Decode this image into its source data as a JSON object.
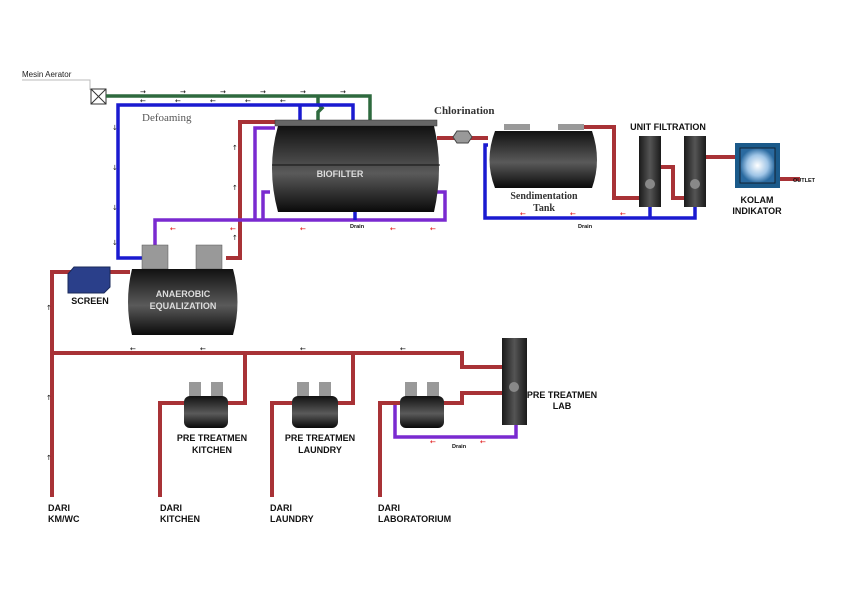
{
  "labels": {
    "aerator": "Mesin Aerator",
    "defoaming": "Defoaming",
    "chlorination": "Chlorination",
    "biofilter": "BIOFILTER",
    "drain1": "Drain",
    "drain2": "Drain",
    "drain3": "Drain",
    "sedimentation_1": "Sendimentation",
    "sedimentation_2": "Tank",
    "unit_filtration": "UNIT FILTRATION",
    "kolam_1": "KOLAM",
    "kolam_2": "INDIKATOR",
    "outlet": "OUTLET",
    "screen": "SCREEN",
    "anaerobic_1": "ANAEROBIC",
    "anaerobic_2": "EQUALIZATION",
    "pre_lab_1": "PRE TREATMEN",
    "pre_lab_2": "LAB",
    "pre_kitchen_1": "PRE TREATMEN",
    "pre_kitchen_2": "KITCHEN",
    "pre_laundry_1": "PRE TREATMEN",
    "pre_laundry_2": "LAUNDRY",
    "src_kmwc_1": "DARI",
    "src_kmwc_2": "KM/WC",
    "src_kitchen_1": "DARI",
    "src_kitchen_2": "KITCHEN",
    "src_laundry_1": "DARI",
    "src_laundry_2": "LAUNDRY",
    "src_lab_1": "DARI",
    "src_lab_2": "LABORATORIUM"
  },
  "colors": {
    "wastewater_pipe": "#a83236",
    "defoaming_pipe": "#1a1ad0",
    "air_pipe": "#2e6a3e",
    "recirculation_pipe": "#7a2ad0",
    "tank": "#3a3a3a",
    "screen": "#2a3f8a",
    "kolam": "#1b5a8a"
  }
}
